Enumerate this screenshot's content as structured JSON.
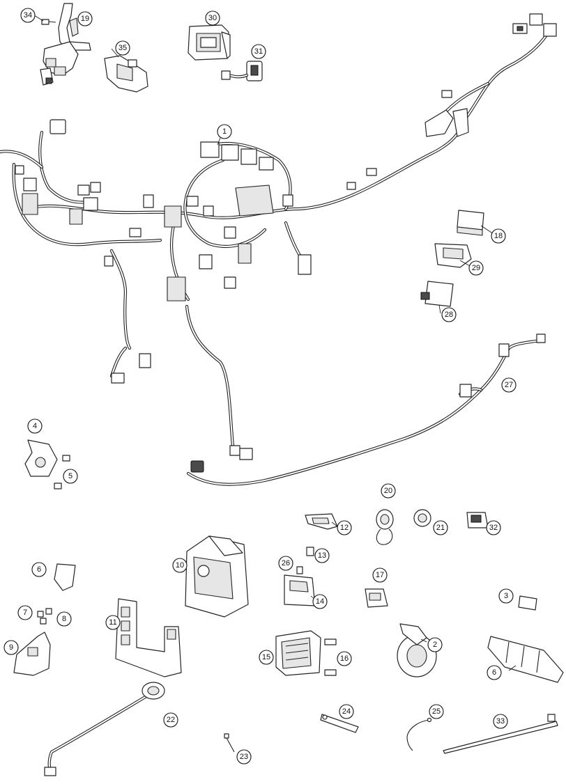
{
  "callouts": [
    "34",
    "19",
    "30",
    "31",
    "35",
    "1",
    "18",
    "29",
    "28",
    "27",
    "4",
    "5",
    "20",
    "12",
    "21",
    "32",
    "13",
    "26",
    "17",
    "10",
    "6",
    "14",
    "3",
    "7",
    "8",
    "11",
    "2",
    "9",
    "15",
    "16",
    "6",
    "22",
    "24",
    "25",
    "33",
    "23"
  ]
}
